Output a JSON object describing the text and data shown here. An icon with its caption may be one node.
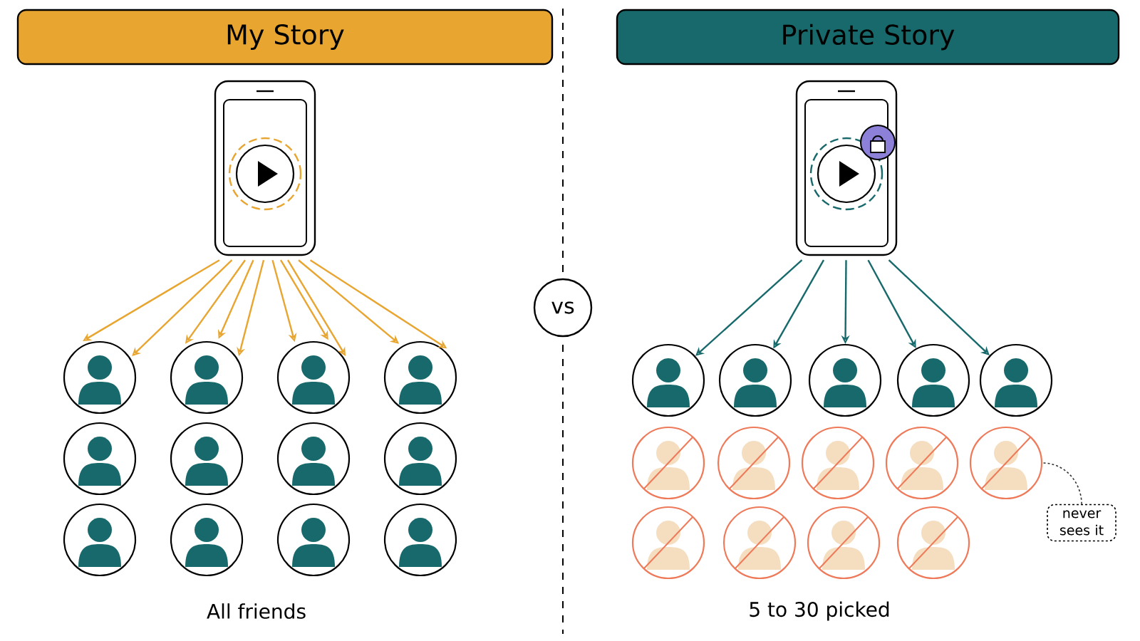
{
  "diagram": {
    "nodes": [
      {
        "text": [
          "My Story"
        ]
      },
      {
        "text": [
          "Private Story"
        ]
      },
      {
        "text": [],
        "shape": "phone"
      },
      {
        "text": [],
        "shape": "phone"
      },
      {
        "text": [],
        "shape": "person"
      },
      {
        "text": [],
        "shape": "person"
      },
      {
        "text": [],
        "shape": "person"
      },
      {
        "text": [],
        "shape": "person"
      },
      {
        "text": [],
        "shape": "person"
      },
      {
        "text": [],
        "shape": "person"
      },
      {
        "text": [],
        "shape": "person"
      },
      {
        "text": [],
        "shape": "person"
      },
      {
        "text": [],
        "shape": "person"
      },
      {
        "text": [],
        "shape": "person"
      },
      {
        "text": [],
        "shape": "person"
      },
      {
        "text": [],
        "shape": "person"
      },
      {
        "text": [],
        "shape": "person"
      },
      {
        "text": [],
        "shape": "person"
      },
      {
        "text": [],
        "shape": "person"
      },
      {
        "text": [],
        "shape": "person"
      },
      {
        "text": [],
        "shape": "person"
      },
      {
        "text": [],
        "shape": "person"
      },
      {
        "text": [],
        "shape": "person"
      },
      {
        "text": [],
        "shape": "person"
      },
      {
        "text": [],
        "shape": "person"
      },
      {
        "text": [],
        "shape": "person"
      },
      {
        "text": [],
        "shape": "person"
      },
      {
        "text": [],
        "shape": "person"
      },
      {
        "text": [],
        "shape": "person"
      },
      {
        "text": [],
        "shape": "person"
      },
      {
        "text": [
          "vs"
        ]
      },
      {
        "text": [
          "never sees it"
        ]
      }
    ],
    "edges": [
      {
        "from": 2,
        "to": 4,
        "arrow": "to"
      },
      {
        "from": 2,
        "to": 4,
        "arrow": "to"
      },
      {
        "from": 2,
        "to": 5,
        "arrow": "to"
      },
      {
        "from": 2,
        "to": 5,
        "arrow": "to"
      },
      {
        "from": 2,
        "to": 5,
        "arrow": "to"
      },
      {
        "from": 2,
        "to": 6,
        "arrow": "to"
      },
      {
        "from": 2,
        "to": 6,
        "arrow": "to"
      },
      {
        "from": 2,
        "to": 6,
        "arrow": "to"
      },
      {
        "from": 2,
        "to": 7,
        "arrow": "to"
      },
      {
        "from": 2,
        "to": 7,
        "arrow": "to"
      },
      {
        "from": 3,
        "to": 16,
        "arrow": "to",
        "color": "#17696b"
      },
      {
        "from": 3,
        "to": 17,
        "arrow": "to",
        "color": "#17696b"
      },
      {
        "from": 3,
        "to": 18,
        "arrow": "to",
        "color": "#17696b"
      },
      {
        "from": 3,
        "to": 19,
        "arrow": "to",
        "color": "#17696b"
      },
      {
        "from": 3,
        "to": 20,
        "arrow": "to",
        "color": "#17696b"
      },
      {
        "from": 31,
        "to": 25,
        "arrow": "none",
        "style": "dashed",
        "color": "#333333"
      }
    ],
    "labels": [
      "All friends",
      "5 to 30 picked"
    ]
  }
}
